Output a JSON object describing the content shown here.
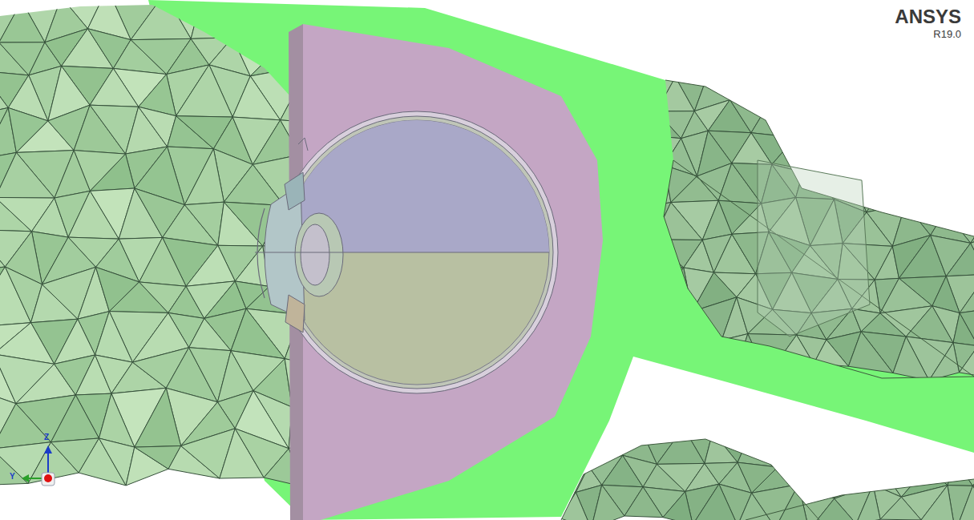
{
  "diagram": {
    "labels": [
      "ANSYS",
      "R19.0",
      "Z",
      "Y"
    ]
  }
}
